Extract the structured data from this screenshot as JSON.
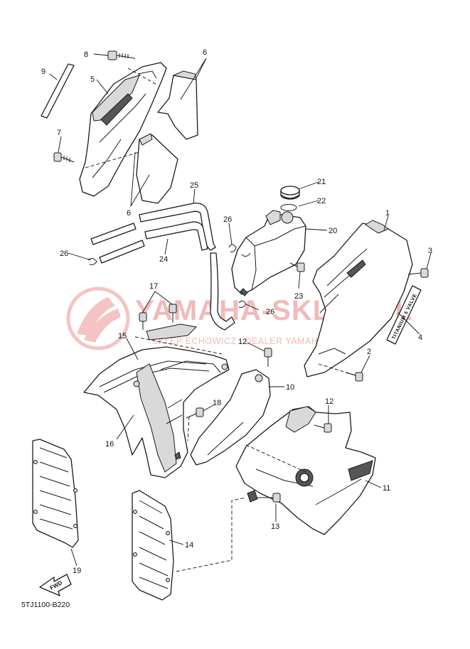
{
  "watermark": {
    "brand": "YAMAHA-SKLEP.PL",
    "subtitle": "SKLEP ECHOWICZ I DEALER YAMAHA"
  },
  "diagram_code": "5TJ1100-B220",
  "fwd_label": "FWD",
  "decal_text": "TITANIUM 5 VALVE",
  "callouts": [
    "1",
    "2",
    "3",
    "4",
    "5",
    "6",
    "6",
    "7",
    "8",
    "9",
    "10",
    "11",
    "12",
    "12",
    "13",
    "14",
    "15",
    "16",
    "17",
    "18",
    "19",
    "20",
    "21",
    "22",
    "23",
    "24",
    "25",
    "26",
    "26",
    "26"
  ]
}
